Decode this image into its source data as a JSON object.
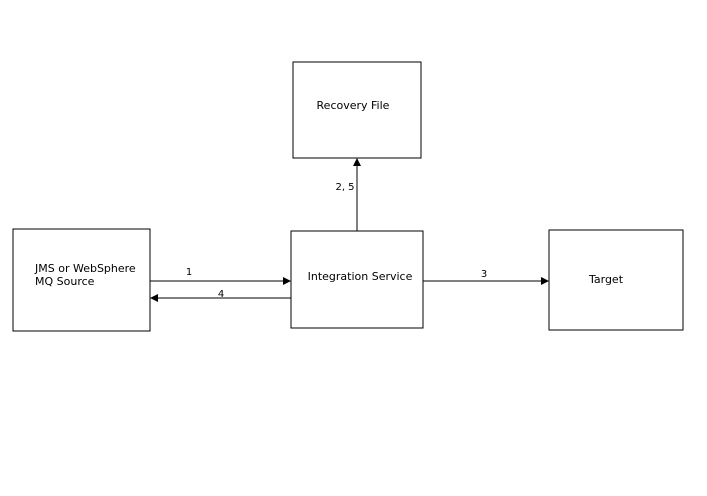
{
  "nodes": {
    "recovery": {
      "label": "Recovery File"
    },
    "source": {
      "label_line1": "JMS or WebSphere",
      "label_line2": "MQ Source"
    },
    "integration": {
      "label": "Integration Service"
    },
    "target": {
      "label": "Target"
    }
  },
  "edges": {
    "source_to_integration": {
      "label": "1"
    },
    "integration_to_recovery": {
      "label": "2, 5"
    },
    "integration_to_target": {
      "label": "3"
    },
    "integration_to_source": {
      "label": "4"
    }
  },
  "colors": {
    "stroke": "#000000",
    "fill": "#ffffff",
    "text": "#000000"
  }
}
